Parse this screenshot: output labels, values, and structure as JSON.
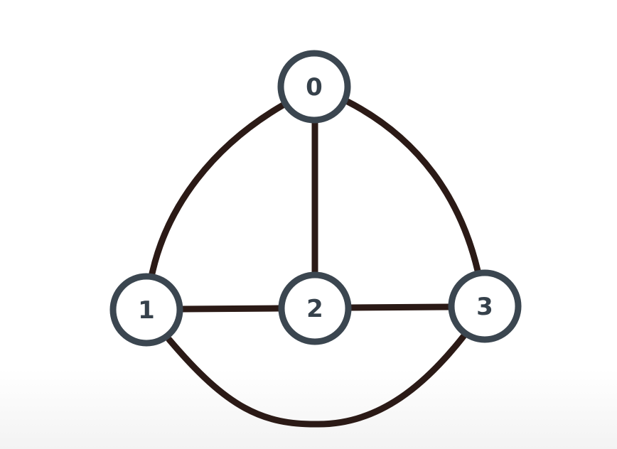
{
  "graph": {
    "nodes": [
      {
        "id": "0",
        "label": "0"
      },
      {
        "id": "1",
        "label": "1"
      },
      {
        "id": "2",
        "label": "2"
      },
      {
        "id": "3",
        "label": "3"
      }
    ],
    "edges": [
      {
        "from": "0",
        "to": "1"
      },
      {
        "from": "0",
        "to": "2"
      },
      {
        "from": "0",
        "to": "3"
      },
      {
        "from": "1",
        "to": "2"
      },
      {
        "from": "2",
        "to": "3"
      },
      {
        "from": "1",
        "to": "3"
      }
    ],
    "colors": {
      "edge": "#2b1a16",
      "node_border": "#3b4650",
      "node_fill": "#ffffff",
      "label": "#36414b"
    }
  }
}
